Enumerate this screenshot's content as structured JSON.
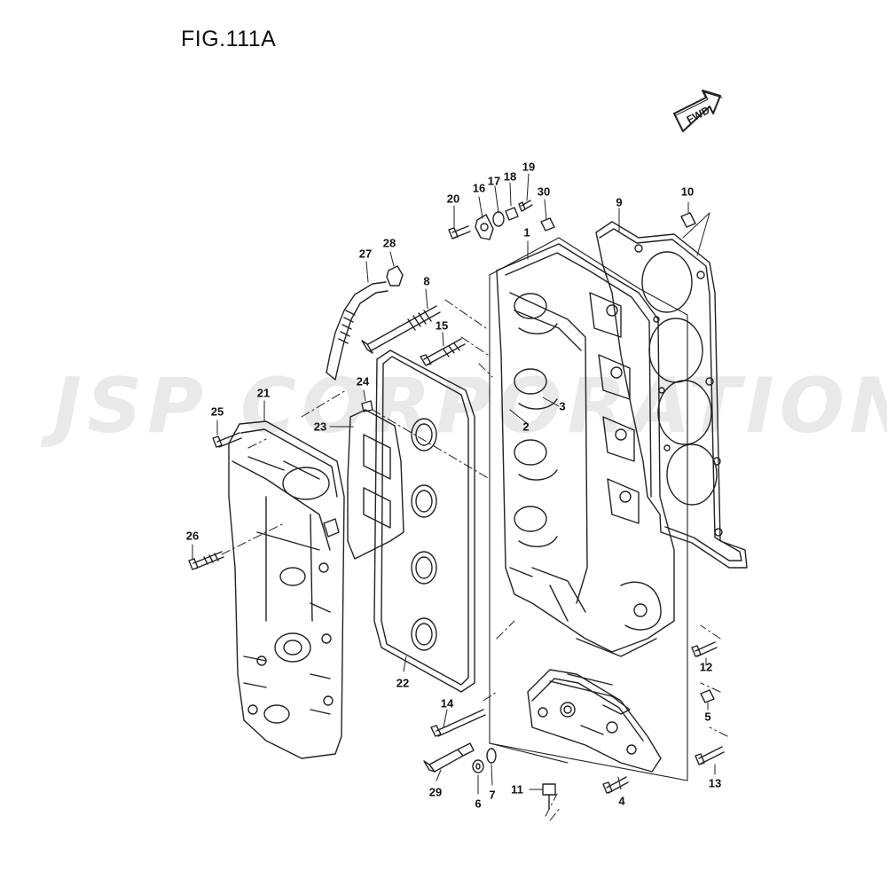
{
  "figure": {
    "title": "FIG.111A"
  },
  "watermark": {
    "text": "JSP CORPORATION"
  },
  "fwd_arrow": {
    "label": "FWD"
  },
  "callouts": {
    "c1": "1",
    "c2": "2",
    "c3": "3",
    "c4": "4",
    "c5": "5",
    "c6": "6",
    "c7": "7",
    "c8": "8",
    "c9": "9",
    "c10": "10",
    "c11": "11",
    "c12": "12",
    "c13": "13",
    "c14": "14",
    "c15": "15",
    "c16": "16",
    "c17": "17",
    "c18": "18",
    "c19": "19",
    "c20": "20",
    "c21": "21",
    "c22": "22",
    "c23": "23",
    "c24": "24",
    "c25": "25",
    "c26": "26",
    "c27": "27",
    "c28": "28",
    "c29": "29",
    "c30": "30"
  },
  "colors": {
    "line": "#222222",
    "watermark": "#e9e9e9",
    "background": "#ffffff"
  }
}
